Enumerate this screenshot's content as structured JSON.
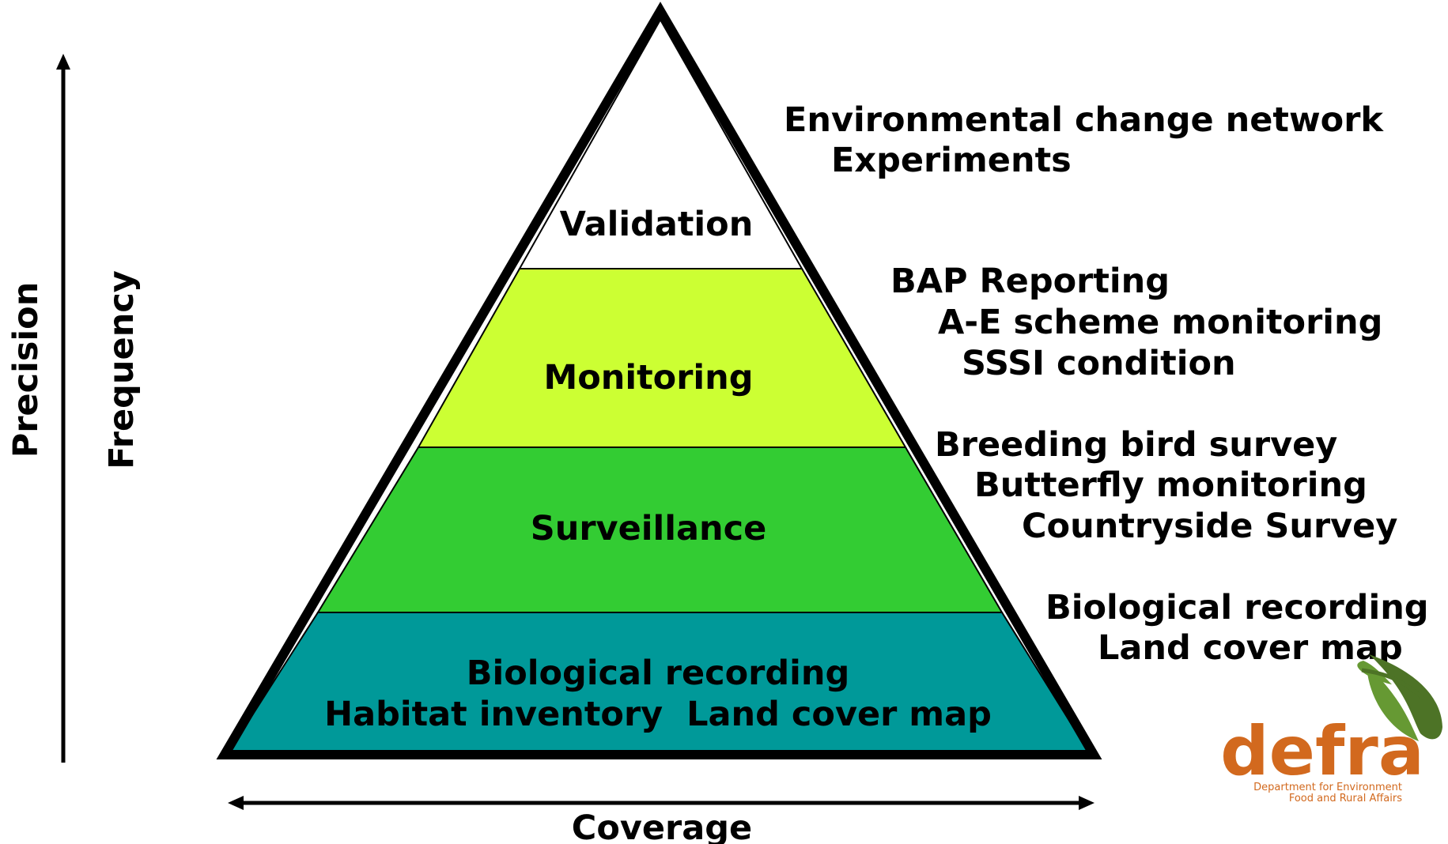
{
  "axes": {
    "precision": "Precision",
    "frequency": "Frequency",
    "coverage": "Coverage"
  },
  "pyramid": {
    "tiers": [
      {
        "label_lines": [
          "Validation"
        ],
        "color": "#ffffff"
      },
      {
        "label_lines": [
          "Monitoring"
        ],
        "color": "#ccff33"
      },
      {
        "label_lines": [
          "Surveillance"
        ],
        "color": "#33cc33"
      },
      {
        "label_lines": [
          "Biological recording",
          "Habitat inventory  Land cover map"
        ],
        "color": "#009999"
      }
    ],
    "outline_color": "#000000"
  },
  "examples": [
    {
      "lines": [
        "Environmental change network",
        "Experiments"
      ]
    },
    {
      "lines": [
        "BAP Reporting",
        "A-E scheme monitoring",
        "SSSI condition"
      ]
    },
    {
      "lines": [
        "Breeding bird survey",
        "Butterfly monitoring",
        "Countryside Survey"
      ]
    },
    {
      "lines": [
        "Biological recording",
        "Land cover map"
      ]
    }
  ],
  "logo": {
    "name": "defra",
    "subtitle_lines": [
      "Department for Environment",
      "Food and Rural Affairs"
    ],
    "colors": {
      "text": "#d2691e",
      "leaf_green": "#669933",
      "leaf_dark": "#4d7326"
    }
  }
}
